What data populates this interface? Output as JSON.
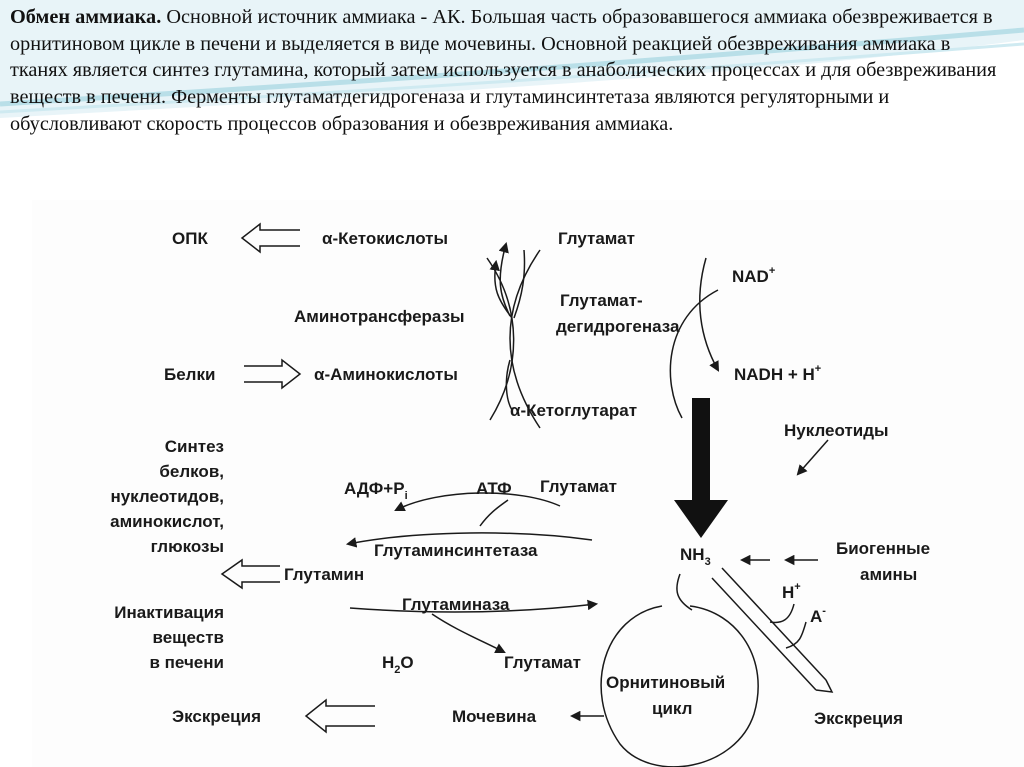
{
  "intro": {
    "title": "Обмен аммиака.",
    "body": " Основной источник аммиака - АК. Большая часть образовавшегося аммиака обезвреживается в орнитиновом цикле в печени и выделяется в виде мочевины. Основной реакцией обезвреживания аммиака в тканях является синтез глутамина, который затем используется в анаболических процессах и для обезвреживания веществ в печени. Ферменты глутаматдегидрогеназа и глутаминсинтетаза являются регуляторными и обусловливают скорость процессов образования и обезвреживания аммиака."
  },
  "diagram": {
    "opk": "ОПК",
    "keto_acids": "α-Кетокислоты",
    "glutamate_top": "Глутамат",
    "nad": "NAD",
    "nad_sup": "+",
    "aminotransferases": "Аминотрансферазы",
    "gdh_line1": "Глутамат-",
    "gdh_line2": "дегидрогеназа",
    "proteins": "Белки",
    "amino_acids": "α-Аминокислоты",
    "nadh": "NADH + H",
    "nadh_sup": "+",
    "ketoglutarate": "α-Кетоглутарат",
    "nucleotides": "Нуклеотиды",
    "synthesis_lines": [
      "Синтез",
      "белков,",
      "нуклеотидов,",
      "аминокислот,",
      "глюкозы"
    ],
    "adp": "АДФ+P",
    "adp_sub": "i",
    "atp": "АТФ",
    "glutamate_mid": "Глутамат",
    "glutamine_synthetase": "Глутаминсинтетаза",
    "nh3": "NH",
    "nh3_sub": "3",
    "biogenic_line1": "Биогенные",
    "biogenic_line2": "амины",
    "glutamine": "Глутамин",
    "h_plus": "H",
    "h_plus_sup": "+",
    "a_minus": "A",
    "a_minus_sup": "-",
    "inactivation_lines": [
      "Инактивация",
      "веществ",
      "в печени"
    ],
    "glutaminase": "Глутаминаза",
    "water": "H",
    "water_sub": "2",
    "water_end": "O",
    "glutamate_low": "Глутамат",
    "ornithine_line1": "Орнитиновый",
    "ornithine_line2": "цикл",
    "excretion_left": "Экскреция",
    "urea": "Мочевина",
    "excretion_right": "Экскреция"
  },
  "colors": {
    "background_top": "#e8f4f8",
    "wave": "#b9dfe8",
    "ink": "#1a1a1a"
  }
}
